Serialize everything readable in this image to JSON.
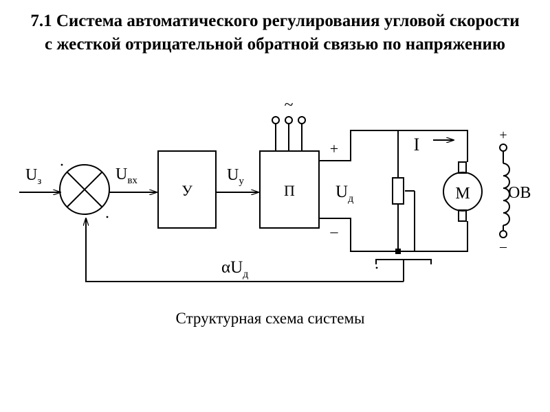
{
  "title": {
    "line1": "7.1 Система автоматического регулирования угловой скорости",
    "line2": "с жесткой отрицательной обратной связью по напряжению"
  },
  "labels": {
    "u_setpoint_main": "U",
    "u_setpoint_sub": "з",
    "u_input_main": "U",
    "u_input_sub": "вх",
    "u_amp_main": "U",
    "u_amp_sub": "у",
    "u_motor_main": "U",
    "u_motor_sub": "д",
    "feedback_main": "αU",
    "feedback_sub": "д",
    "amplifier": "У",
    "converter": "П",
    "motor": "М",
    "field_winding": "ОВ",
    "current": "I",
    "ac_supply": "~",
    "plus": "+",
    "minus": "–",
    "field_plus": "+",
    "field_minus": "–"
  },
  "caption": "Структурная схема системы"
}
